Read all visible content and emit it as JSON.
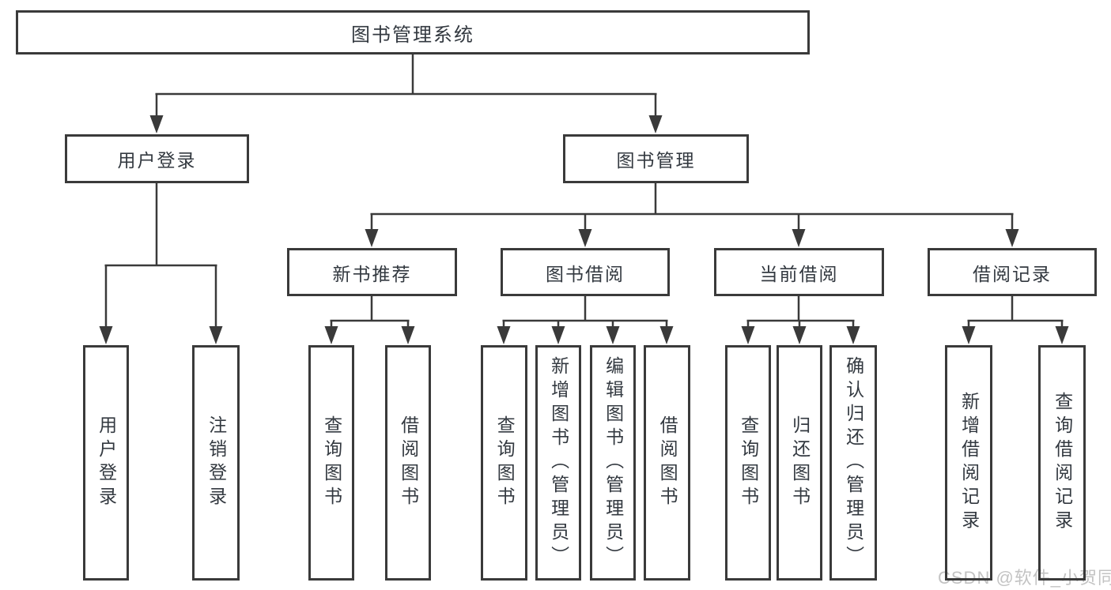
{
  "diagram_title": "图书管理系统",
  "colors": {
    "line": "#3a3a3a",
    "text": "#333940",
    "background": "#ffffff",
    "watermark": "#c3c3c3"
  },
  "tree": {
    "root": {
      "label": "图书管理系统"
    },
    "branches": [
      {
        "label": "用户登录",
        "children": [
          {
            "label": "用户登录"
          },
          {
            "label": "注销登录"
          }
        ]
      },
      {
        "label": "图书管理",
        "children": [
          {
            "label": "新书推荐",
            "children": [
              {
                "label": "查询图书"
              },
              {
                "label": "借阅图书"
              }
            ]
          },
          {
            "label": "图书借阅",
            "children": [
              {
                "label": "查询图书"
              },
              {
                "label": "新增图书（管理员）"
              },
              {
                "label": "编辑图书（管理员）"
              },
              {
                "label": "借阅图书"
              }
            ]
          },
          {
            "label": "当前借阅",
            "children": [
              {
                "label": "查询图书"
              },
              {
                "label": "归还图书"
              },
              {
                "label": "确认归还（管理员）"
              }
            ]
          },
          {
            "label": "借阅记录",
            "children": [
              {
                "label": "新增借阅记录"
              },
              {
                "label": "查询借阅记录"
              }
            ]
          }
        ]
      }
    ]
  },
  "watermark": {
    "text": "CSDN @软件_小贺同学"
  }
}
